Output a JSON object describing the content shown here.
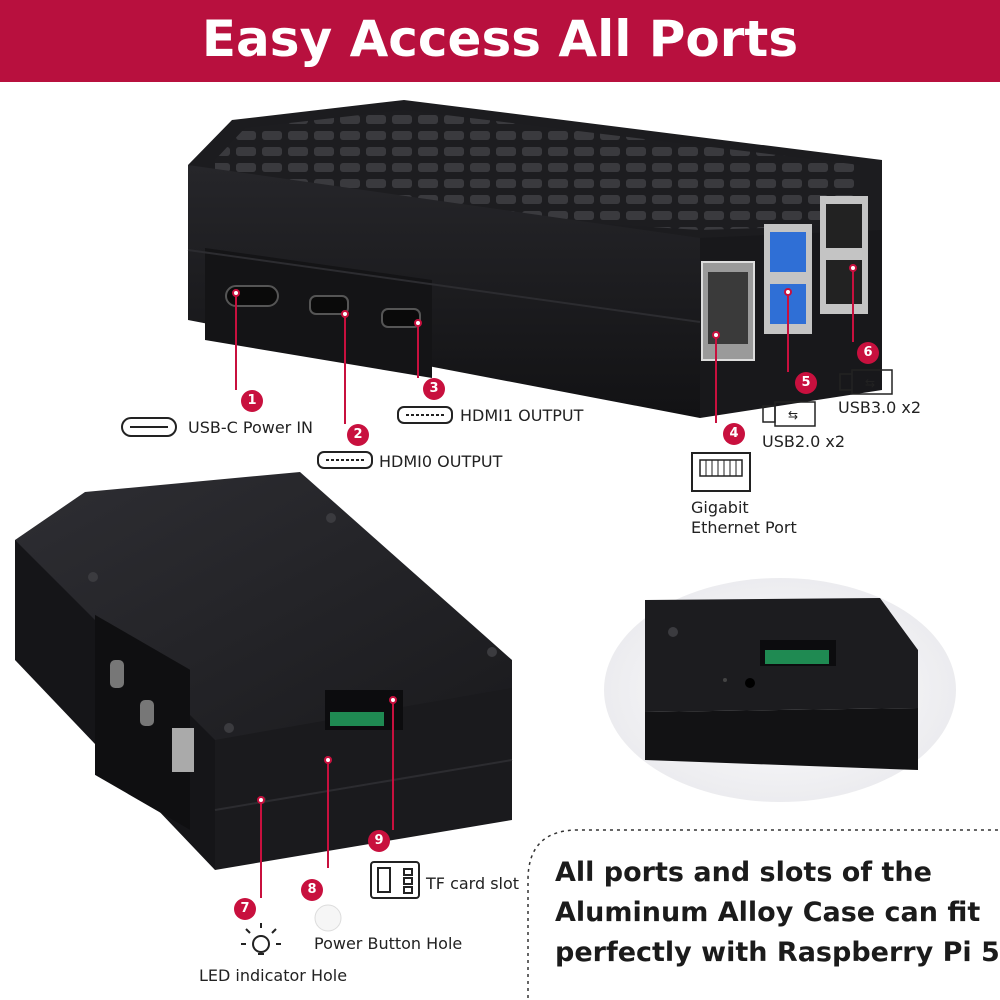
{
  "banner": {
    "title": "Easy Access All Ports",
    "color": "#b8103e"
  },
  "callouts": [
    {
      "num": "1",
      "label": "USB-C Power IN",
      "icon": "usb-c-port-icon"
    },
    {
      "num": "2",
      "label": "HDMI0 OUTPUT",
      "icon": "micro-hdmi-port-icon"
    },
    {
      "num": "3",
      "label": "HDMI1 OUTPUT",
      "icon": "micro-hdmi-port-icon"
    },
    {
      "num": "4",
      "label_line1": "Gigabit",
      "label_line2": "Ethernet Port",
      "icon": "ethernet-port-icon"
    },
    {
      "num": "5",
      "label": "USB2.0 x2",
      "icon": "usb-plug-icon"
    },
    {
      "num": "6",
      "label": "USB3.0 x2",
      "icon": "usb-plug-icon"
    },
    {
      "num": "7",
      "label": "LED indicator Hole",
      "icon": "light-bulb-icon"
    },
    {
      "num": "8",
      "label": "Power Button Hole",
      "icon": "round-button-icon"
    },
    {
      "num": "9",
      "label": "TF card slot",
      "icon": "sd-card-icon"
    }
  ],
  "description": {
    "line1": "All ports and slots of the",
    "line2": "Aluminum Alloy Case can fit",
    "line3": "perfectly with Raspberry Pi 5."
  },
  "accent_color": "#c8103e"
}
